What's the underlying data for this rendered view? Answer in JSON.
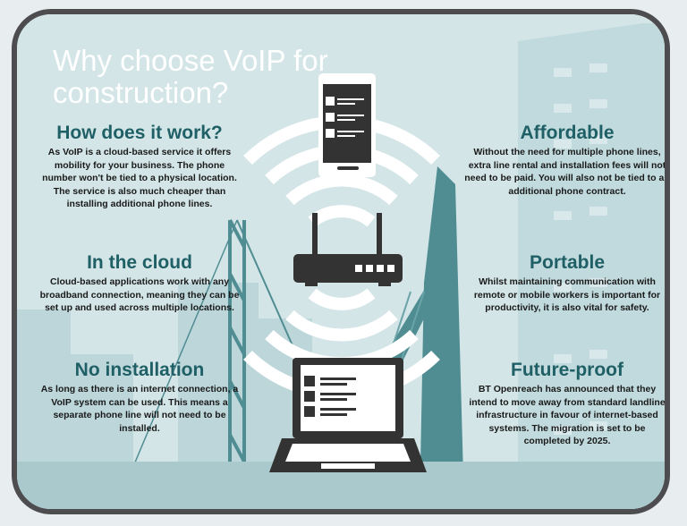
{
  "title": "Why choose VoIP for construction?",
  "sections": [
    {
      "heading": "How does it work?",
      "text": "As VoIP is a cloud-based service it offers mobility for your business. The phone number won't be tied to a physical location. The service is also much cheaper than installing additional phone lines."
    },
    {
      "heading": "In the cloud",
      "text": "Cloud-based applications work with any broadband connection, meaning they can be set up and used across multiple locations."
    },
    {
      "heading": "No installation",
      "text": "As long as there is an internet connection, a VoIP system can be used. This means a separate phone line will not need to be installed."
    },
    {
      "heading": "Affordable",
      "text": "Without the need for multiple phone lines, extra line rental and installation fees will not need to be paid. You will also not be tied to an additional phone contract."
    },
    {
      "heading": "Portable",
      "text": "Whilst maintaining communication with remote or mobile workers is important for productivity, it is also vital for safety."
    },
    {
      "heading": "Future-proof",
      "text": "BT Openreach has announced that they intend to move away from standard landline infrastructure in favour of internet-based systems. The migration is set to be completed by 2025."
    }
  ],
  "icons": [
    "smartphone-icon",
    "router-icon",
    "laptop-icon",
    "wifi-signal-icon"
  ],
  "colors": {
    "frame": "#4d4d4f",
    "heading": "#1f5f66",
    "background": "#d6e6e8",
    "device": "#333333"
  }
}
